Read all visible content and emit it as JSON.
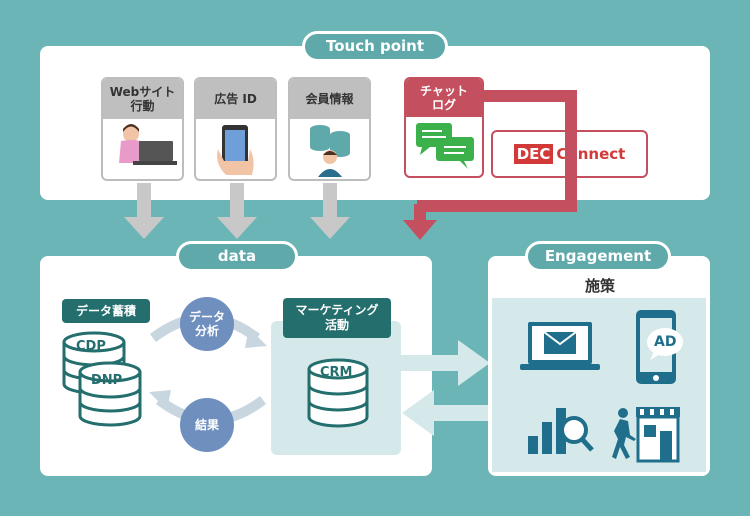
{
  "touchpoint": {
    "title": "Touch point",
    "cards": [
      {
        "label": "Webサイト\n行動",
        "icon": "person-laptop-icon"
      },
      {
        "label": "広告 ID",
        "icon": "smartphone-hand-icon"
      },
      {
        "label": "会員情報",
        "icon": "member-database-icon"
      }
    ],
    "chat": {
      "label": "チャット\nログ",
      "icon": "chat-bubbles-icon"
    },
    "dec_connect": {
      "label_dec": "DEC",
      "label_connect": "Connect"
    }
  },
  "data_section": {
    "title": "data",
    "storage_label": "データ蓄積",
    "cdp": "CDP",
    "dnp": "DNP",
    "analysis": "データ\n分析",
    "result": "結果",
    "marketing_label": "マーケティング\n活動",
    "crm": "CRM"
  },
  "engagement": {
    "title": "Engagement",
    "subtitle": "施策",
    "ad_label": "AD",
    "icons": [
      "laptop-mail-icon",
      "smartphone-ad-icon",
      "analytics-search-icon",
      "store-visit-icon"
    ]
  },
  "colors": {
    "background": "#6bb5b6",
    "teal_dark": "#246e6e",
    "red": "#c4505f",
    "blue_circle": "#6f8fbf",
    "light_teal": "#d5e9ea"
  }
}
